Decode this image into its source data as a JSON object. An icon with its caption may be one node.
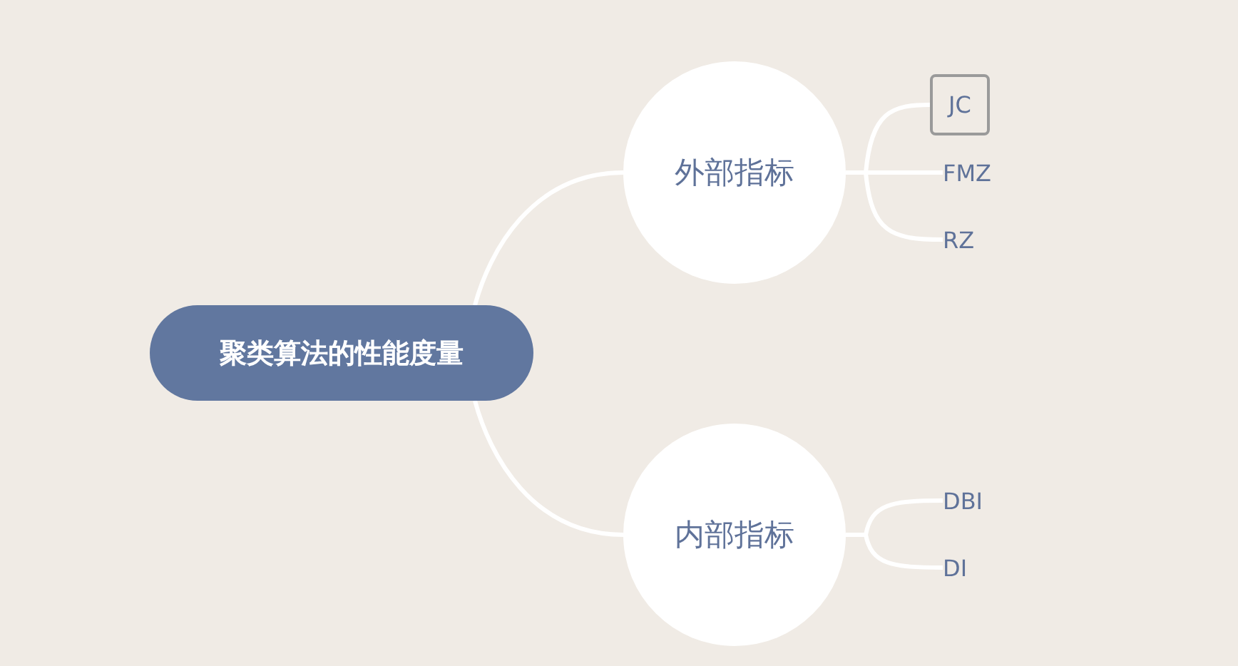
{
  "diagram": {
    "nodes": [
      {
        "text": [
          "聚类算法的性能度量"
        ]
      },
      {
        "text": [
          "外部指标"
        ]
      },
      {
        "text": [
          "内部指标"
        ]
      },
      {
        "text": [
          "JC"
        ]
      },
      {
        "text": [
          "FMZ"
        ]
      },
      {
        "text": [
          "RZ"
        ]
      },
      {
        "text": [
          "DBI"
        ]
      },
      {
        "text": [
          "DI"
        ]
      }
    ],
    "edges": [
      {
        "from": 0,
        "to": 1,
        "arrow": "none"
      },
      {
        "from": 0,
        "to": 2,
        "arrow": "none"
      },
      {
        "from": 1,
        "to": 3,
        "arrow": "none"
      },
      {
        "from": 1,
        "to": 4,
        "arrow": "none"
      },
      {
        "from": 1,
        "to": 5,
        "arrow": "none"
      },
      {
        "from": 2,
        "to": 6,
        "arrow": "none"
      },
      {
        "from": 2,
        "to": 7,
        "arrow": "none"
      }
    ]
  }
}
